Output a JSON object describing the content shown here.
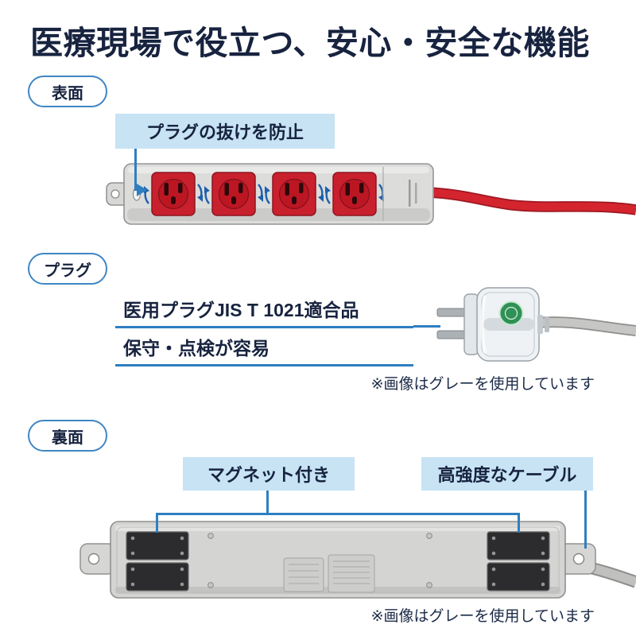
{
  "title": "医療現場で役立つ、安心・安全な機能",
  "front": {
    "tab": "表面",
    "callout": "プラグの抜けを防止"
  },
  "plug": {
    "tab": "プラグ",
    "features": [
      "医用プラグJIS T 1021適合品",
      "保守・点検が容易"
    ],
    "note": "※画像はグレーを使用しています"
  },
  "back": {
    "tab": "裏面",
    "magnet_callout": "マグネット付き",
    "cable_callout": "高強度なケーブル",
    "note": "※画像はグレーを使用しています"
  },
  "colors": {
    "accent_blue": "#2e7fc0",
    "callout_blue": "#c7e3f4",
    "navy": "#17233f",
    "outlet_red": "#c9202d",
    "cable_red": "#d4252f",
    "body_gray": "#d6d6d4",
    "magnet_dark": "#2c2c2e"
  }
}
